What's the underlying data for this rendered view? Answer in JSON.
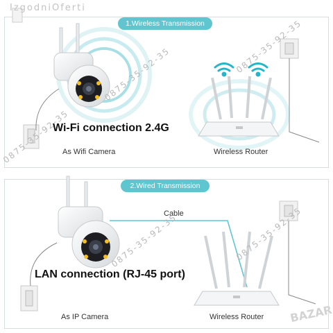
{
  "top": {
    "tag": "1.Wireless Transmission",
    "headline": "Wi-Fi connection 2.4G",
    "left_caption": "As Wifi Camera",
    "right_caption": "Wireless Router"
  },
  "bottom": {
    "tag": "2.Wired Transmission",
    "cable_label": "Cable",
    "headline": "LAN connection (RJ-45 port)",
    "left_caption": "As IP Camera",
    "right_caption": "Wireless Router"
  },
  "watermark": {
    "site": "IzgodniOferti",
    "phone": "0875-35-92-35",
    "brand": "BAZAR"
  },
  "colors": {
    "accent": "#5fc5cf",
    "wifi_icon": "#28b4c8",
    "cable": "#5fc5cf",
    "camera_led": "#f3c020"
  }
}
